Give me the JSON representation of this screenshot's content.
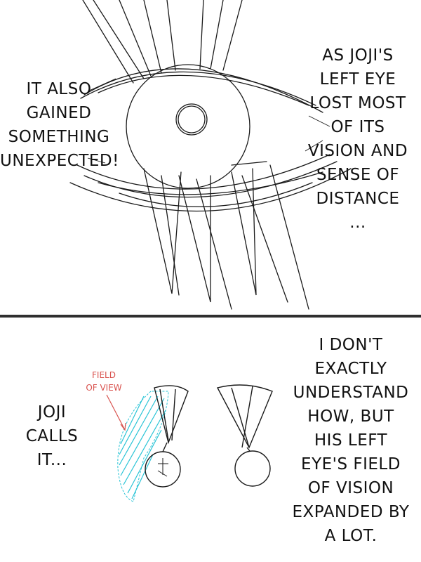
{
  "panels": {
    "top": {
      "caption_left": [
        "IT ALSO",
        "GAINED",
        "SOMETHING",
        "UNEXPECTED!"
      ],
      "caption_right": [
        "AS JOJI'S",
        "LEFT EYE",
        "LOST MOST",
        "OF ITS",
        "VISION AND",
        "SENSE OF",
        "DISTANCE",
        "..."
      ]
    },
    "bottom": {
      "caption_left": [
        "JOJI",
        "CALLS",
        "IT..."
      ],
      "caption_right": [
        "I DON'T",
        "EXACTLY",
        "UNDERSTAND",
        "HOW, BUT",
        "HIS LEFT",
        "EYE'S FIELD",
        "OF VISION",
        "EXPANDED BY",
        "A LOT."
      ],
      "annotation": [
        "FIELD",
        "OF VIEW"
      ]
    }
  },
  "colors": {
    "ink": "#1a1a1a",
    "annotation": "#d9534f",
    "field_hatch": "#29c4d6"
  }
}
